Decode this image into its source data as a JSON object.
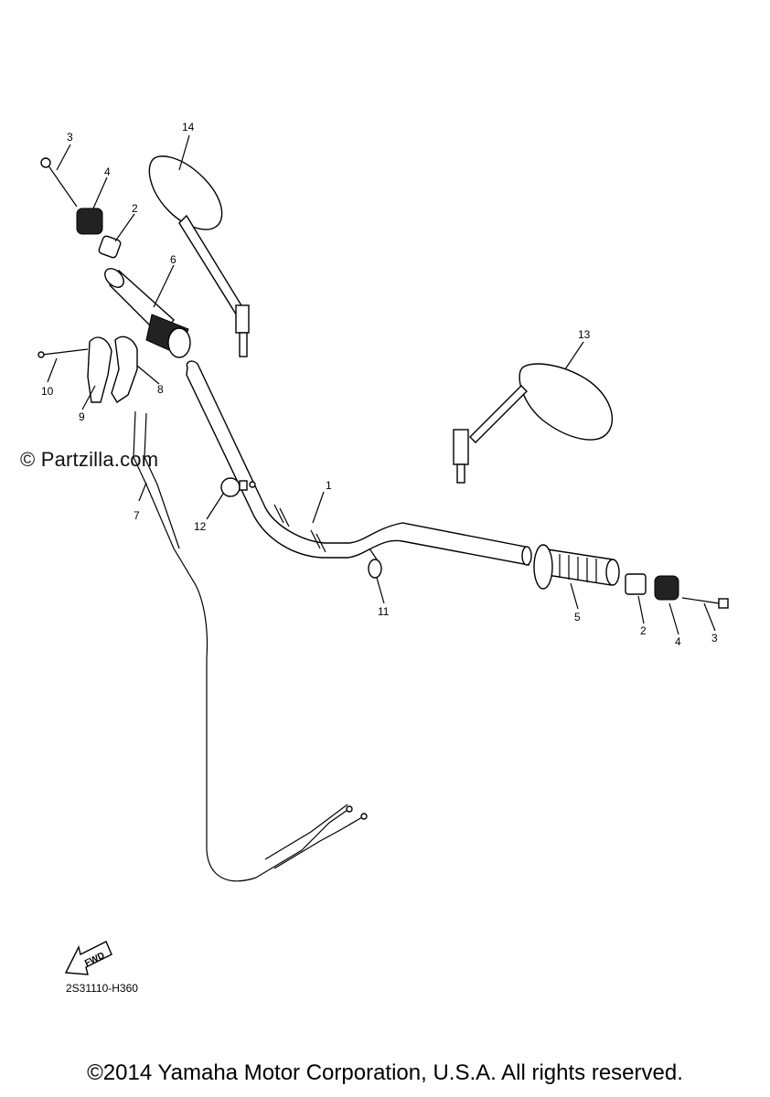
{
  "watermark": "© Partzilla.com",
  "diagram_code": "2S31110-H360",
  "copyright": "©2014 Yamaha Motor Corporation, U.S.A. All rights reserved.",
  "fwd_label": "FWD",
  "callouts": {
    "c1": "1",
    "c2a": "2",
    "c2b": "2",
    "c3a": "3",
    "c3b": "3",
    "c4a": "4",
    "c4b": "4",
    "c5": "5",
    "c6": "6",
    "c7": "7",
    "c8": "8",
    "c9": "9",
    "c10": "10",
    "c11": "11",
    "c12": "12",
    "c13": "13",
    "c14": "14"
  }
}
